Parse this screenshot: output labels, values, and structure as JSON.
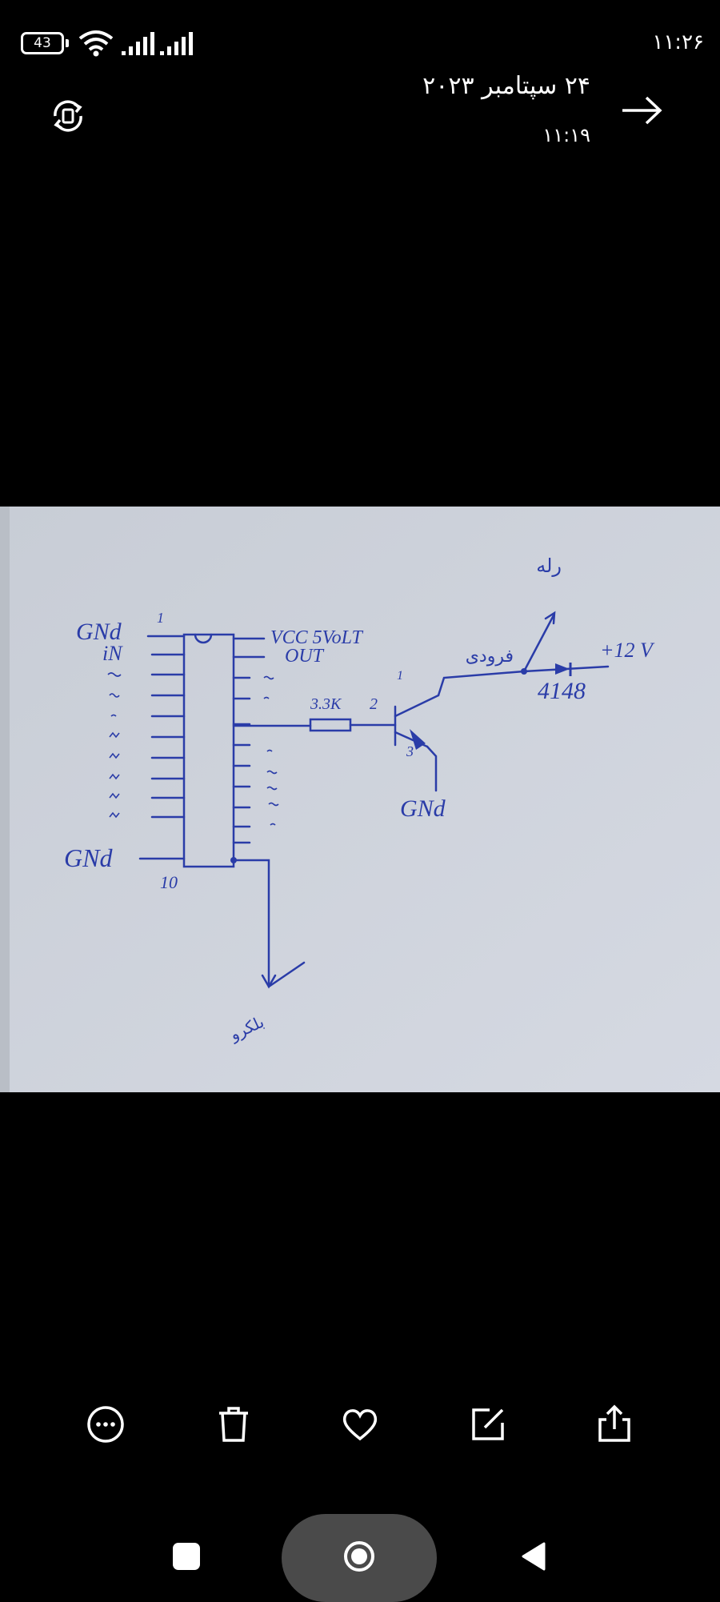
{
  "status_bar": {
    "battery_level": "43",
    "clock": "۱۱:۲۶",
    "icons": [
      "wifi-icon",
      "signal-icon",
      "signal-icon"
    ]
  },
  "header": {
    "date": "۲۴ سپتامبر ۲۰۲۳",
    "time": "۱۱:۱۹",
    "left_icon": "rotate-screen-icon",
    "right_icon": "arrow-right-icon"
  },
  "photo": {
    "pin_labels_left": {
      "gnd_top": "GNd",
      "pin1": "1",
      "in": "iN",
      "gnd_bottom": "GNd",
      "pin10": "10"
    },
    "pin_labels_right": {
      "vcc": "VCC 5VoLT",
      "out": "OUT"
    },
    "resistor": "3.3K",
    "transistor_pins": {
      "base": "2",
      "collector": "1",
      "emitter": "3"
    },
    "gnd": "GNd",
    "relay": "رله",
    "input": "فرودی",
    "supply": "+12 V",
    "diode": "4148",
    "output_arrow": "بلکرو"
  },
  "actions": [
    {
      "icon": "more-icon",
      "name": "more-button"
    },
    {
      "icon": "trash-icon",
      "name": "delete-button"
    },
    {
      "icon": "heart-icon",
      "name": "favorite-button"
    },
    {
      "icon": "edit-icon",
      "name": "edit-button"
    },
    {
      "icon": "share-icon",
      "name": "share-button"
    }
  ],
  "nav": [
    "recents-icon",
    "home-icon",
    "back-icon"
  ],
  "colors": {
    "ink": "#2a3ca8",
    "paper": "#ced3dc",
    "background": "#000000"
  }
}
